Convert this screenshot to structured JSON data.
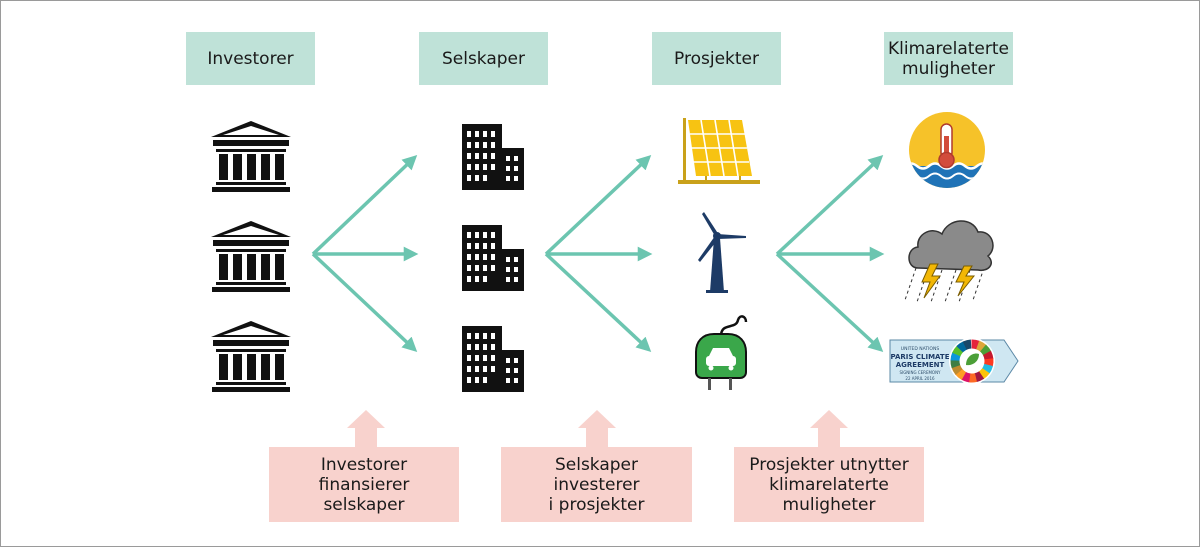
{
  "headers": [
    {
      "label": "Investorer"
    },
    {
      "label": "Selskaper"
    },
    {
      "label": "Prosjekter"
    },
    {
      "label": "Klimarelaterte\nmuligheter"
    }
  ],
  "explanations": [
    {
      "label": "Investorer\nfinansierer\nselskaper"
    },
    {
      "label": "Selskaper\ninvesterer\ni prosjekter"
    },
    {
      "label": "Prosjekter utnytter\nklimarelaterte\nmuligheter"
    }
  ],
  "badge": {
    "line1": "UNITED NATIONS",
    "line2": "PARIS CLIMATE",
    "line3": "AGREEMENT",
    "line4": "SIGNING CEREMONY",
    "line5": "22 APRIL 2016"
  },
  "colors": {
    "header_bg": "#bfe2d8",
    "arrow": "#6cc5b0",
    "explain_bg": "#f8d2cd",
    "icon_black": "#111111",
    "solar": "#f7c312",
    "turbine": "#1d3b66",
    "plug_green": "#3aa74a"
  },
  "icons": {
    "investors": "bank-icon",
    "companies": "office-building-icon",
    "projects": [
      "solar-panel-icon",
      "wind-turbine-icon",
      "ev-charger-plug-icon"
    ],
    "opportunities": [
      "thermometer-sea-icon",
      "storm-cloud-icon",
      "paris-agreement-badge-icon"
    ]
  }
}
